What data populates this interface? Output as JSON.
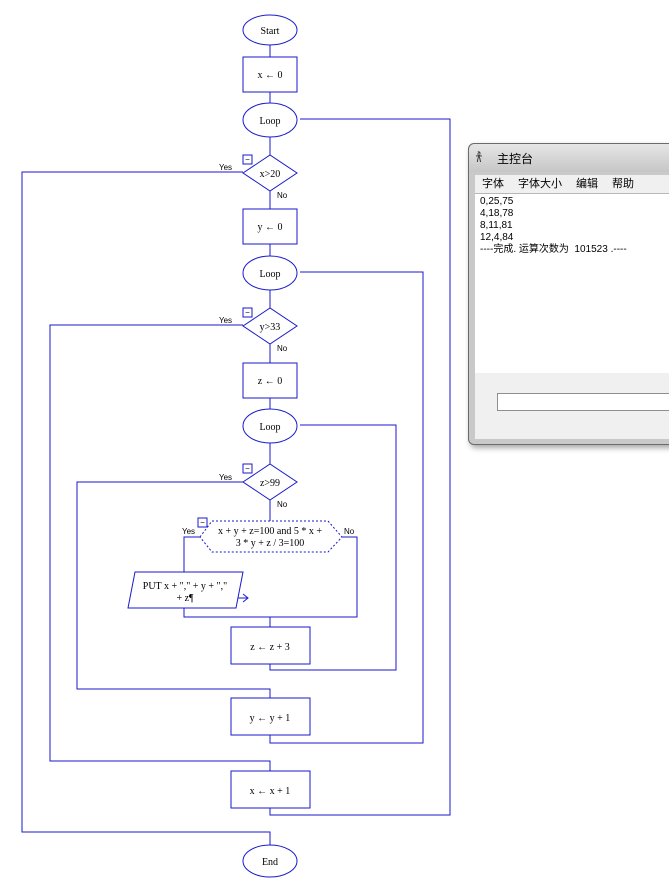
{
  "flowchart": {
    "start": "Start",
    "end": "End",
    "loop_label": "Loop",
    "assign_x0": "x ← 0",
    "assign_y0": "y ← 0",
    "assign_z0": "z ← 0",
    "cond_x": "x>20",
    "cond_y": "y>33",
    "cond_z": "z>99",
    "if_cond_line1": "x + y + z=100 and 5 * x +",
    "if_cond_line2": "3 * y + z / 3=100",
    "put_line1": "PUT x + \",\" + y + \",\"",
    "put_line2": "+ z¶",
    "inc_z": "z ← z + 3",
    "inc_y": "y ← y + 1",
    "inc_x": "x ← x + 1",
    "yes_label": "Yes",
    "no_label": "No",
    "collapse_symbol": "−"
  },
  "console": {
    "title": "主控台",
    "icon": "app-icon",
    "menu": [
      "字体",
      "字体大小",
      "编辑",
      "帮助"
    ],
    "output_lines": [
      "0,25,75",
      "4,18,78",
      "8,11,81",
      "12,4,84",
      "----完成. 运算次数为  101523 .----"
    ],
    "input_value": ""
  },
  "colors": {
    "flow_stroke": "#1a1acc",
    "background": "#ffffff"
  }
}
